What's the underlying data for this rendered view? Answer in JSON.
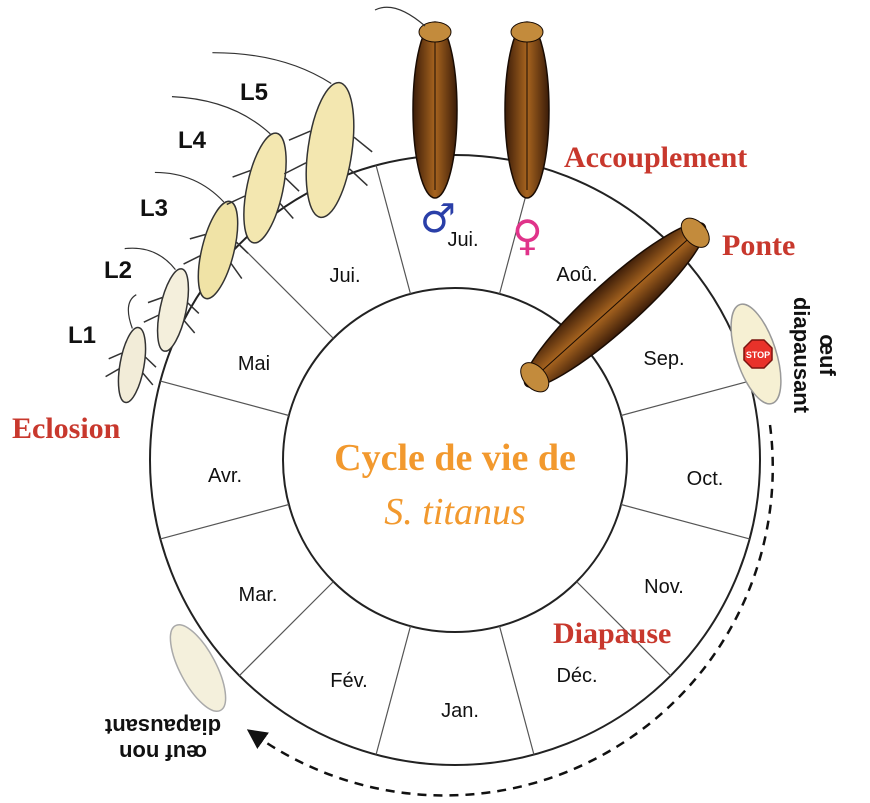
{
  "center": {
    "title": "Cycle de vie de",
    "species": "S. titanus"
  },
  "months": [
    {
      "id": "jan",
      "label": "Jan."
    },
    {
      "id": "feb",
      "label": "Fév."
    },
    {
      "id": "mar",
      "label": "Mar."
    },
    {
      "id": "apr",
      "label": "Avr."
    },
    {
      "id": "may",
      "label": "Mai"
    },
    {
      "id": "jun",
      "label": "Jui."
    },
    {
      "id": "jul",
      "label": "Jui."
    },
    {
      "id": "aug",
      "label": "Aoû."
    },
    {
      "id": "sep",
      "label": "Sep."
    },
    {
      "id": "oct",
      "label": "Oct."
    },
    {
      "id": "nov",
      "label": "Nov."
    },
    {
      "id": "dec",
      "label": "Déc."
    }
  ],
  "events": {
    "eclosion": "Eclosion",
    "accouplement": "Accouplement",
    "ponte": "Ponte",
    "diapause": "Diapause"
  },
  "larval_stages": [
    "L1",
    "L2",
    "L3",
    "L4",
    "L5"
  ],
  "sex_symbols": {
    "male": "♂",
    "female": "♀"
  },
  "eggs": {
    "diapausing": {
      "line1": "œuf",
      "line2": "diapausant",
      "stop_sign": "STOP"
    },
    "non_diapausing": {
      "line1": "œuf non",
      "line2": "diapausant"
    }
  },
  "colors": {
    "event_red": "#c8382d",
    "center_orange": "#f2992e",
    "male_blue": "#2a3fa8",
    "female_pink": "#e0338a",
    "larva": "#f3e7b0",
    "adult_brown": "#5a2e12"
  }
}
